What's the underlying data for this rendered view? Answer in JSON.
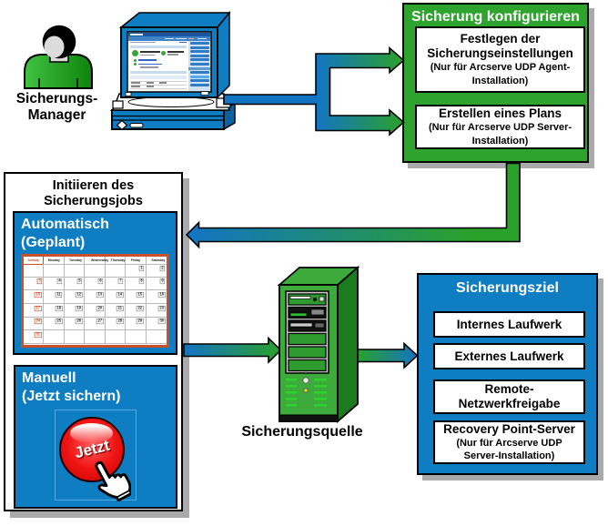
{
  "colors": {
    "blue": "#0E7DC2",
    "green": "#2EA32E",
    "dark_green": "#1E7A1E",
    "shadow": "#AAAAAA",
    "calendar_border": "#C8502A",
    "button_red": "#EE1414"
  },
  "manager": {
    "label_line1": "Sicherungs-",
    "label_line2": "Manager"
  },
  "configure": {
    "title": "Sicherung konfigurieren",
    "items": [
      {
        "title_lines": [
          "Festlegen der",
          "Sicherungseinstellungen"
        ],
        "note_lines": [
          "(Nur für Arcserve UDP Agent-",
          "Installation)"
        ]
      },
      {
        "title_lines": [
          "Erstellen eines Plans"
        ],
        "note_lines": [
          "(Nur für Arcserve UDP Server-",
          "Installation)"
        ]
      }
    ]
  },
  "initiate": {
    "title_line1": "Initiieren des",
    "title_line2": "Sicherungsjobs",
    "automatic": {
      "line1": "Automatisch",
      "line2": "(Geplant)"
    },
    "manual": {
      "line1": "Manuell",
      "line2": "(Jetzt sichern)",
      "button_label": "Jetzt"
    }
  },
  "calendar": {
    "day_headers": [
      "Sunday",
      "Monday",
      "Tuesday",
      "Wednesday",
      "Thursday",
      "Friday",
      "Saturday"
    ],
    "rows": [
      [
        "",
        "",
        "",
        "",
        "",
        "1",
        "2"
      ],
      [
        "3",
        "4",
        "5",
        "6",
        "7",
        "8",
        "9"
      ],
      [
        "10",
        "11",
        "12",
        "13",
        "14",
        "15",
        "16"
      ],
      [
        "17",
        "18",
        "19",
        "20",
        "21",
        "22",
        "23"
      ],
      [
        "24",
        "25",
        "26",
        "27",
        "28",
        "29",
        "30"
      ],
      [
        "31",
        "",
        "",
        "",
        "",
        "",
        ""
      ]
    ]
  },
  "source": {
    "label": "Sicherungsquelle"
  },
  "destination": {
    "title": "Sicherungsziel",
    "items": [
      {
        "title_lines": [
          "Internes Laufwerk"
        ],
        "note_lines": []
      },
      {
        "title_lines": [
          "Externes Laufwerk"
        ],
        "note_lines": []
      },
      {
        "title_lines": [
          "Remote-",
          "Netzwerkfreigabe"
        ],
        "note_lines": []
      },
      {
        "title_lines": [
          "Recovery Point-Server"
        ],
        "note_lines": [
          "(Nur für Arcserve UDP",
          "Server-Installation)"
        ]
      }
    ]
  }
}
